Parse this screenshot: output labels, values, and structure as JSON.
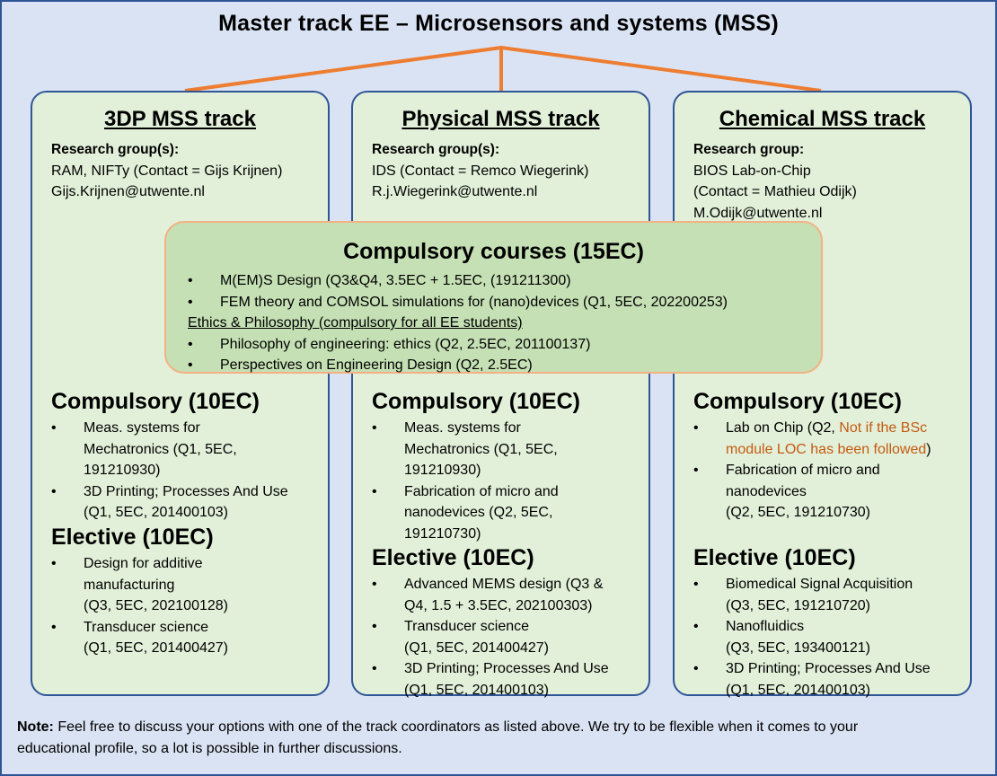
{
  "title": "Master track EE – Microsensors and systems (MSS)",
  "colors": {
    "background": "#dae3f3",
    "border": "#2f5597",
    "track_fill": "#e2f0d9",
    "center_fill": "#c5e0b4",
    "center_border": "#f4b183",
    "connector": "#ed7d31",
    "warning_text": "#c55a11"
  },
  "tracks": [
    {
      "name": "3DP MSS track",
      "research_heading": "Research group(s):",
      "research_lines": [
        "RAM, NIFTy (Contact = Gijs Krijnen)",
        "Gijs.Krijnen@utwente.nl"
      ],
      "compulsory_heading": "Compulsory (10EC)",
      "compulsory": [
        [
          "Meas. systems for",
          "Mechatronics (Q1, 5EC,",
          "191210930)"
        ],
        [
          "3D Printing; Processes And Use",
          "(Q1, 5EC, 201400103)"
        ]
      ],
      "elective_heading": "Elective (10EC)",
      "elective": [
        [
          "Design for additive",
          "manufacturing",
          "(Q3, 5EC, 202100128)"
        ],
        [
          "Transducer science",
          "(Q1, 5EC, 201400427)"
        ]
      ]
    },
    {
      "name": "Physical MSS track",
      "research_heading": "Research group(s):",
      "research_lines": [
        "IDS (Contact = Remco Wiegerink)",
        "R.j.Wiegerink@utwente.nl"
      ],
      "compulsory_heading": "Compulsory (10EC)",
      "compulsory": [
        [
          "Meas. systems for",
          "Mechatronics (Q1, 5EC,",
          "191210930)"
        ],
        [
          "Fabrication of micro and",
          "nanodevices (Q2, 5EC,",
          "191210730)"
        ]
      ],
      "elective_heading": "Elective (10EC)",
      "elective": [
        [
          "Advanced MEMS design (Q3 &",
          "Q4, 1.5 + 3.5EC, 202100303)"
        ],
        [
          "Transducer science",
          "(Q1, 5EC, 201400427)"
        ],
        [
          "3D Printing; Processes And Use",
          "(Q1, 5EC, 201400103)"
        ]
      ]
    },
    {
      "name": "Chemical MSS track",
      "research_heading": "Research group:",
      "research_lines": [
        "BIOS Lab-on-Chip",
        "(Contact = Mathieu Odijk)",
        "M.Odijk@utwente.nl"
      ],
      "compulsory_heading": "Compulsory (10EC)",
      "compulsory_loc": {
        "before": "Lab on Chip (Q2, ",
        "warn_1": "Not if the BSc",
        "warn_2": "module LOC has been followed",
        "after": ")"
      },
      "compulsory_fab": [
        "Fabrication of micro and",
        "nanodevices",
        "(Q2, 5EC, 191210730)"
      ],
      "elective_heading": "Elective (10EC)",
      "elective": [
        [
          "Biomedical Signal Acquisition",
          "(Q3, 5EC, 191210720)"
        ],
        [
          "Nanofluidics",
          "(Q3, 5EC, 193400121)"
        ],
        [
          "3D Printing; Processes And Use",
          "(Q1, 5EC, 201400103)"
        ]
      ]
    }
  ],
  "compulsory_courses": {
    "title": "Compulsory courses (15EC)",
    "items": [
      "M(EM)S Design (Q3&Q4, 3.5EC + 1.5EC, (191211300)",
      "FEM theory and COMSOL simulations for (nano)devices (Q1, 5EC, 202200253)"
    ],
    "ethics_heading": "Ethics & Philosophy (compulsory for all EE students)",
    "ethics_items": [
      "Philosophy of engineering: ethics (Q2, 2.5EC, 201100137)",
      "Perspectives on Engineering Design (Q2, 2.5EC)"
    ]
  },
  "note": {
    "label": "Note:",
    "line1": " Feel free to discuss your options with one of the track coordinators as listed above. We try to be flexible when it comes to your",
    "line2": "educational profile, so a lot is possible in further discussions."
  }
}
